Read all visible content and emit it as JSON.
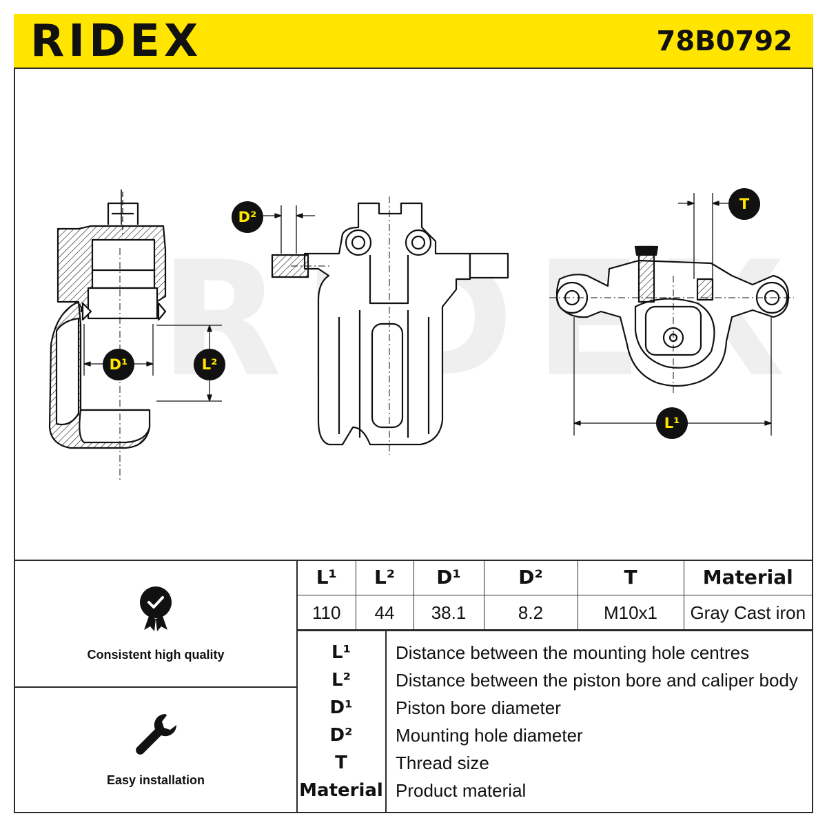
{
  "header": {
    "brand": "RIDEX",
    "part_number": "78B0792"
  },
  "colors": {
    "brand_yellow": "#ffe500",
    "ink": "#111111",
    "watermark": "#efefef"
  },
  "drawing": {
    "watermark_text": "RIDEX",
    "labels": {
      "d2": "D²",
      "d1": "D¹",
      "l2": "L²",
      "t": "T",
      "l1": "L¹"
    }
  },
  "features": [
    {
      "icon": "quality-badge-icon",
      "title": "Consistent high quality"
    },
    {
      "icon": "wrench-icon",
      "title": "Easy installation"
    }
  ],
  "specs": {
    "headers": [
      "L¹",
      "L²",
      "D¹",
      "D²",
      "T",
      "Material"
    ],
    "values": [
      "110",
      "44",
      "38.1",
      "8.2",
      "M10x1",
      "Gray Cast iron"
    ]
  },
  "legend": [
    {
      "code": "L¹",
      "description": "Distance between the mounting hole centres"
    },
    {
      "code": "L²",
      "description": "Distance between the piston bore and caliper body"
    },
    {
      "code": "D¹",
      "description": "Piston bore diameter"
    },
    {
      "code": "D²",
      "description": "Mounting hole diameter"
    },
    {
      "code": "T",
      "description": "Thread size"
    },
    {
      "code": "Material",
      "description": "Product material"
    }
  ]
}
